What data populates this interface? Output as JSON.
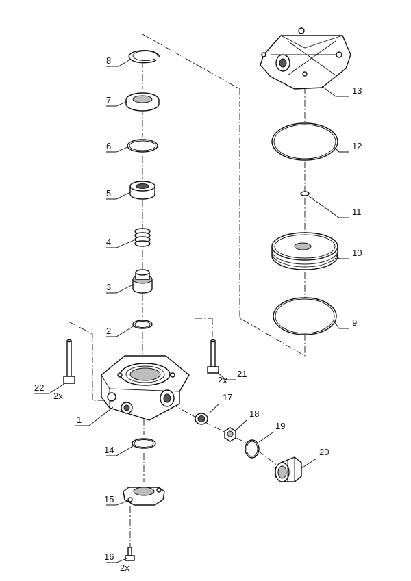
{
  "diagram": {
    "type": "exploded-parts-view",
    "callouts": [
      {
        "id": "p8",
        "number": "8",
        "qty": ""
      },
      {
        "id": "p7",
        "number": "7",
        "qty": ""
      },
      {
        "id": "p6",
        "number": "6",
        "qty": ""
      },
      {
        "id": "p5",
        "number": "5",
        "qty": ""
      },
      {
        "id": "p4",
        "number": "4",
        "qty": ""
      },
      {
        "id": "p3",
        "number": "3",
        "qty": ""
      },
      {
        "id": "p2",
        "number": "2",
        "qty": ""
      },
      {
        "id": "p22",
        "number": "22",
        "qty": "2x"
      },
      {
        "id": "p1",
        "number": "1",
        "qty": ""
      },
      {
        "id": "p14",
        "number": "14",
        "qty": ""
      },
      {
        "id": "p15",
        "number": "15",
        "qty": ""
      },
      {
        "id": "p16",
        "number": "16",
        "qty": "2x"
      },
      {
        "id": "p13",
        "number": "13",
        "qty": ""
      },
      {
        "id": "p12",
        "number": "12",
        "qty": ""
      },
      {
        "id": "p11",
        "number": "11",
        "qty": ""
      },
      {
        "id": "p10",
        "number": "10",
        "qty": ""
      },
      {
        "id": "p9",
        "number": "9",
        "qty": ""
      },
      {
        "id": "p21",
        "number": "21",
        "qty": "2x"
      },
      {
        "id": "p17",
        "number": "17",
        "qty": ""
      },
      {
        "id": "p18",
        "number": "18",
        "qty": ""
      },
      {
        "id": "p19",
        "number": "19",
        "qty": ""
      },
      {
        "id": "p20",
        "number": "20",
        "qty": ""
      }
    ]
  }
}
